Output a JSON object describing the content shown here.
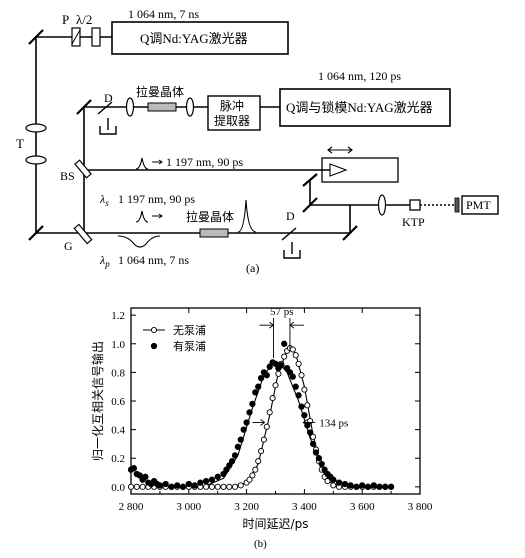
{
  "diagram_a": {
    "laser1_label": "Q调Nd:YAG激光器",
    "laser1_spec": "1 064 nm, 7 ns",
    "laser2_label": "Q调与锁模Nd:YAG激光器",
    "laser2_spec": "1 064 nm, 120 ps",
    "pulse_picker": [
      "脉冲",
      "提取器"
    ],
    "raman_crystal_top": "拉曼晶体",
    "raman_crystal_bottom": "拉曼晶体",
    "polarizer": "P",
    "halfwave": "λ/2",
    "telescope": "T",
    "beam_splitter": "BS",
    "grating": "G",
    "detector_top": "D",
    "detector_bottom": "D",
    "ktp": "KTP",
    "pmt": "PMT",
    "stokes_beam": "1 197 nm, 90 ps",
    "lambda_s": "1 197 nm, 90 ps",
    "lambda_s_symbol": "λ",
    "lambda_s_sub": "s",
    "lambda_p": "1 064 nm, 7 ns",
    "lambda_p_symbol": "λ",
    "lambda_p_sub": "p",
    "caption": "(a)"
  },
  "chart_data": {
    "type": "scatter",
    "xlabel": "时间延迟/ps",
    "ylabel": "归一化互相关信号输出",
    "xlim": [
      2800,
      3800
    ],
    "ylim": [
      -0.05,
      1.25
    ],
    "x_ticks": [
      "2 800",
      "3 000",
      "3 200",
      "3 400",
      "3 600",
      "3 800"
    ],
    "y_ticks": [
      "0.0",
      "0.2",
      "0.4",
      "0.6",
      "0.8",
      "1.0",
      "1.2"
    ],
    "annotation_width_57": "57 ps",
    "annotation_width_134": "134 ps",
    "legend_placement": "top-left",
    "caption": "(b)",
    "series": [
      {
        "name": "无泵浦",
        "marker": "open-circle",
        "color": "#000000",
        "points": [
          [
            2800,
            0.0
          ],
          [
            2820,
            0.0
          ],
          [
            2840,
            0.0
          ],
          [
            2860,
            0.0
          ],
          [
            2880,
            0.0
          ],
          [
            2900,
            0.0
          ],
          [
            2920,
            0.0
          ],
          [
            2940,
            0.0
          ],
          [
            2960,
            0.0
          ],
          [
            2980,
            0.0
          ],
          [
            3000,
            0.0
          ],
          [
            3020,
            0.0
          ],
          [
            3040,
            0.0
          ],
          [
            3060,
            0.0
          ],
          [
            3080,
            0.0
          ],
          [
            3100,
            0.0
          ],
          [
            3120,
            0.0
          ],
          [
            3140,
            0.0
          ],
          [
            3160,
            0.0
          ],
          [
            3180,
            0.01
          ],
          [
            3200,
            0.03
          ],
          [
            3210,
            0.05
          ],
          [
            3220,
            0.08
          ],
          [
            3230,
            0.12
          ],
          [
            3240,
            0.18
          ],
          [
            3250,
            0.25
          ],
          [
            3260,
            0.33
          ],
          [
            3270,
            0.42
          ],
          [
            3280,
            0.52
          ],
          [
            3290,
            0.62
          ],
          [
            3300,
            0.71
          ],
          [
            3310,
            0.79
          ],
          [
            3320,
            0.86
          ],
          [
            3330,
            0.91
          ],
          [
            3340,
            0.95
          ],
          [
            3350,
            0.97
          ],
          [
            3360,
            0.96
          ],
          [
            3370,
            0.92
          ],
          [
            3380,
            0.86
          ],
          [
            3390,
            0.78
          ],
          [
            3400,
            0.68
          ],
          [
            3410,
            0.57
          ],
          [
            3420,
            0.46
          ],
          [
            3430,
            0.35
          ],
          [
            3440,
            0.26
          ],
          [
            3450,
            0.18
          ],
          [
            3460,
            0.12
          ],
          [
            3470,
            0.07
          ],
          [
            3480,
            0.04
          ],
          [
            3500,
            0.01
          ],
          [
            3520,
            0.0
          ],
          [
            3540,
            0.0
          ],
          [
            3560,
            0.0
          ],
          [
            3580,
            0.0
          ],
          [
            3600,
            0.0
          ],
          [
            3620,
            0.0
          ],
          [
            3640,
            0.0
          ],
          [
            3660,
            0.0
          ],
          [
            3680,
            0.0
          ],
          [
            3700,
            0.0
          ]
        ],
        "curve": [
          [
            2800,
            0.0
          ],
          [
            3150,
            0.0
          ],
          [
            3200,
            0.03
          ],
          [
            3240,
            0.16
          ],
          [
            3280,
            0.5
          ],
          [
            3310,
            0.8
          ],
          [
            3340,
            0.95
          ],
          [
            3355,
            0.97
          ],
          [
            3370,
            0.93
          ],
          [
            3400,
            0.7
          ],
          [
            3430,
            0.36
          ],
          [
            3460,
            0.12
          ],
          [
            3490,
            0.03
          ],
          [
            3530,
            0.0
          ],
          [
            3700,
            0.0
          ]
        ]
      },
      {
        "name": "有泵浦",
        "marker": "filled-circle",
        "color": "#000000",
        "points": [
          [
            2800,
            0.12
          ],
          [
            2810,
            0.13
          ],
          [
            2820,
            0.09
          ],
          [
            2830,
            0.08
          ],
          [
            2840,
            0.05
          ],
          [
            2850,
            0.07
          ],
          [
            2860,
            0.03
          ],
          [
            2870,
            0.02
          ],
          [
            2880,
            0.04
          ],
          [
            2890,
            0.02
          ],
          [
            2900,
            0.01
          ],
          [
            2920,
            0.02
          ],
          [
            2940,
            0.0
          ],
          [
            2960,
            0.01
          ],
          [
            2980,
            0.0
          ],
          [
            3000,
            0.02
          ],
          [
            3020,
            0.01
          ],
          [
            3040,
            0.03
          ],
          [
            3060,
            0.04
          ],
          [
            3080,
            0.05
          ],
          [
            3100,
            0.07
          ],
          [
            3120,
            0.09
          ],
          [
            3130,
            0.12
          ],
          [
            3140,
            0.15
          ],
          [
            3150,
            0.18
          ],
          [
            3160,
            0.22
          ],
          [
            3170,
            0.28
          ],
          [
            3180,
            0.33
          ],
          [
            3190,
            0.4
          ],
          [
            3200,
            0.45
          ],
          [
            3210,
            0.52
          ],
          [
            3220,
            0.58
          ],
          [
            3230,
            0.66
          ],
          [
            3240,
            0.7
          ],
          [
            3250,
            0.76
          ],
          [
            3260,
            0.8
          ],
          [
            3270,
            0.78
          ],
          [
            3280,
            0.84
          ],
          [
            3290,
            0.87
          ],
          [
            3300,
            0.86
          ],
          [
            3310,
            0.83
          ],
          [
            3320,
            0.85
          ],
          [
            3330,
            1.0
          ],
          [
            3340,
            0.83
          ],
          [
            3350,
            0.8
          ],
          [
            3360,
            0.77
          ],
          [
            3370,
            0.7
          ],
          [
            3380,
            0.64
          ],
          [
            3390,
            0.56
          ],
          [
            3400,
            0.5
          ],
          [
            3410,
            0.43
          ],
          [
            3420,
            0.38
          ],
          [
            3430,
            0.3
          ],
          [
            3440,
            0.24
          ],
          [
            3450,
            0.2
          ],
          [
            3460,
            0.16
          ],
          [
            3470,
            0.12
          ],
          [
            3480,
            0.09
          ],
          [
            3490,
            0.07
          ],
          [
            3500,
            0.05
          ],
          [
            3520,
            0.03
          ],
          [
            3540,
            0.02
          ],
          [
            3560,
            0.01
          ],
          [
            3580,
            0.0
          ],
          [
            3600,
            0.01
          ],
          [
            3620,
            0.0
          ],
          [
            3640,
            0.01
          ],
          [
            3660,
            0.0
          ],
          [
            3680,
            0.0
          ],
          [
            3700,
            0.0
          ]
        ],
        "curve": [
          [
            2800,
            0.0
          ],
          [
            3050,
            0.0
          ],
          [
            3120,
            0.06
          ],
          [
            3170,
            0.22
          ],
          [
            3220,
            0.55
          ],
          [
            3260,
            0.78
          ],
          [
            3290,
            0.86
          ],
          [
            3310,
            0.87
          ],
          [
            3340,
            0.8
          ],
          [
            3380,
            0.6
          ],
          [
            3420,
            0.34
          ],
          [
            3460,
            0.15
          ],
          [
            3500,
            0.05
          ],
          [
            3550,
            0.01
          ],
          [
            3700,
            0.0
          ]
        ]
      }
    ]
  }
}
